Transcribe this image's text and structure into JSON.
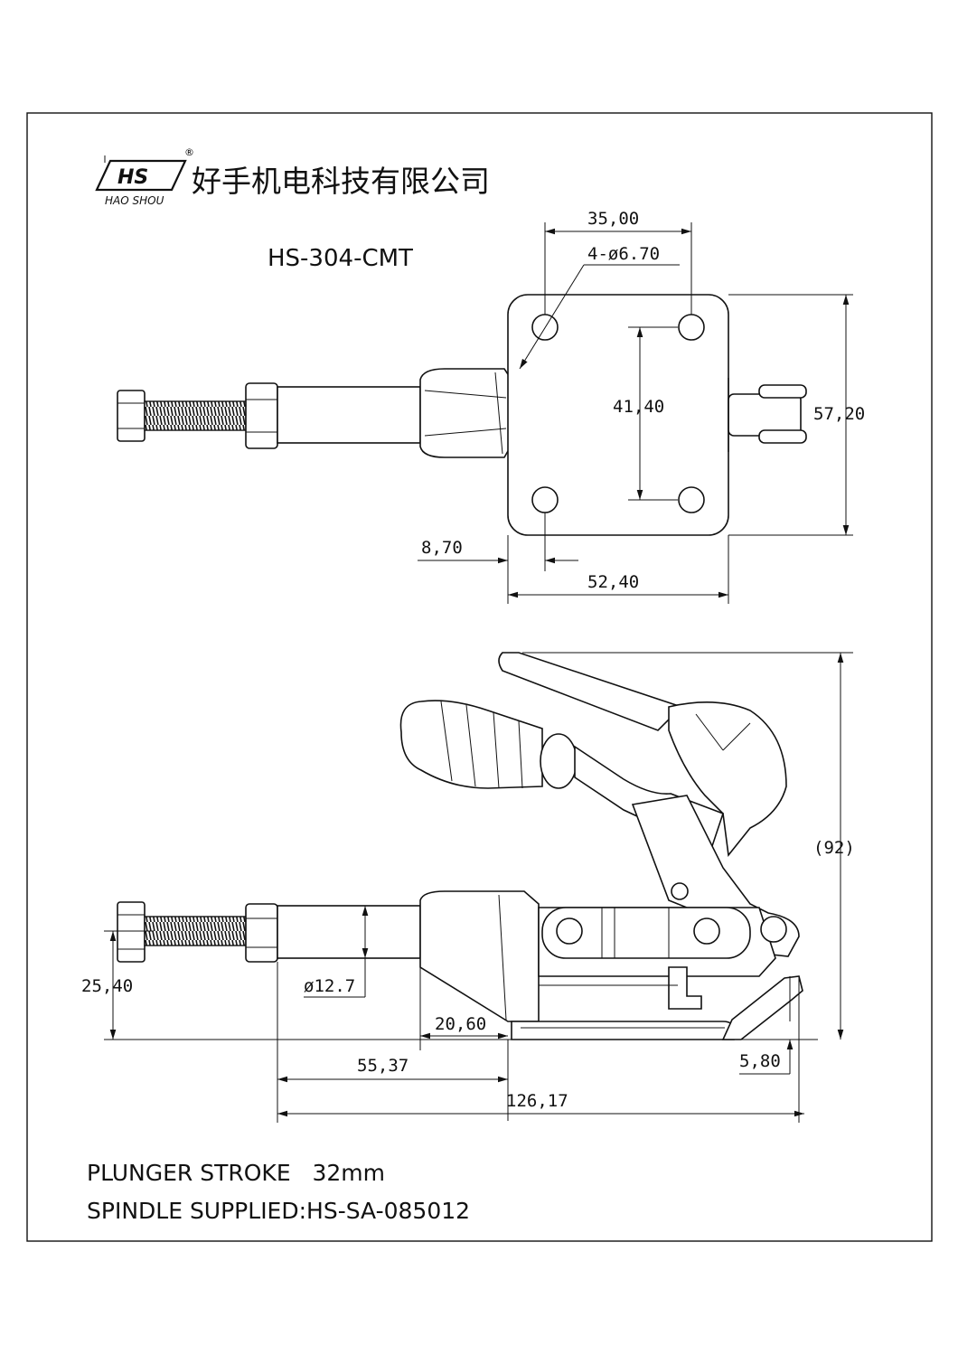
{
  "logo": {
    "mark": "HS",
    "sub": "HAO SHOU",
    "registered": "®",
    "company": "好手机电科技有限公司"
  },
  "model": "HS-304-CMT",
  "dimensions": {
    "hole_spacing_x": "35,00",
    "holes": "4-ø6.70",
    "hole_spacing_y": "41,40",
    "base_height": "57,20",
    "hole_offset": "8,70",
    "base_width": "52,40",
    "total_height": "(92)",
    "spindle_height": "25,40",
    "plunger_dia": "ø12.7",
    "front_len": "20,60",
    "base_to_front": "55,37",
    "toe_height": "5,80",
    "total_length": "126,17"
  },
  "notes": {
    "stroke": "PLUNGER STROKE   32mm",
    "spindle": "SPINDLE SUPPLIED:HS-SA-085012"
  }
}
